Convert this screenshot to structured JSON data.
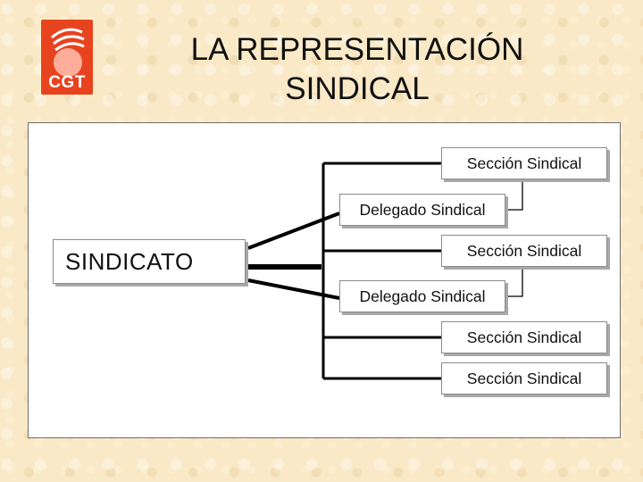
{
  "logo": {
    "text": "CGT",
    "color": "#e8431f"
  },
  "title": {
    "line1": "LA REPRESENTACIÓN",
    "line2": "SINDICAL"
  },
  "diagram": {
    "root": "SINDICATO",
    "nodes": [
      {
        "kind": "seccion",
        "label": "Sección Sindical"
      },
      {
        "kind": "delegado",
        "label": "Delegado Sindical"
      },
      {
        "kind": "seccion",
        "label": "Sección Sindical"
      },
      {
        "kind": "delegado",
        "label": "Delegado Sindical"
      },
      {
        "kind": "seccion",
        "label": "Sección Sindical"
      },
      {
        "kind": "seccion",
        "label": "Sección Sindical"
      }
    ]
  }
}
